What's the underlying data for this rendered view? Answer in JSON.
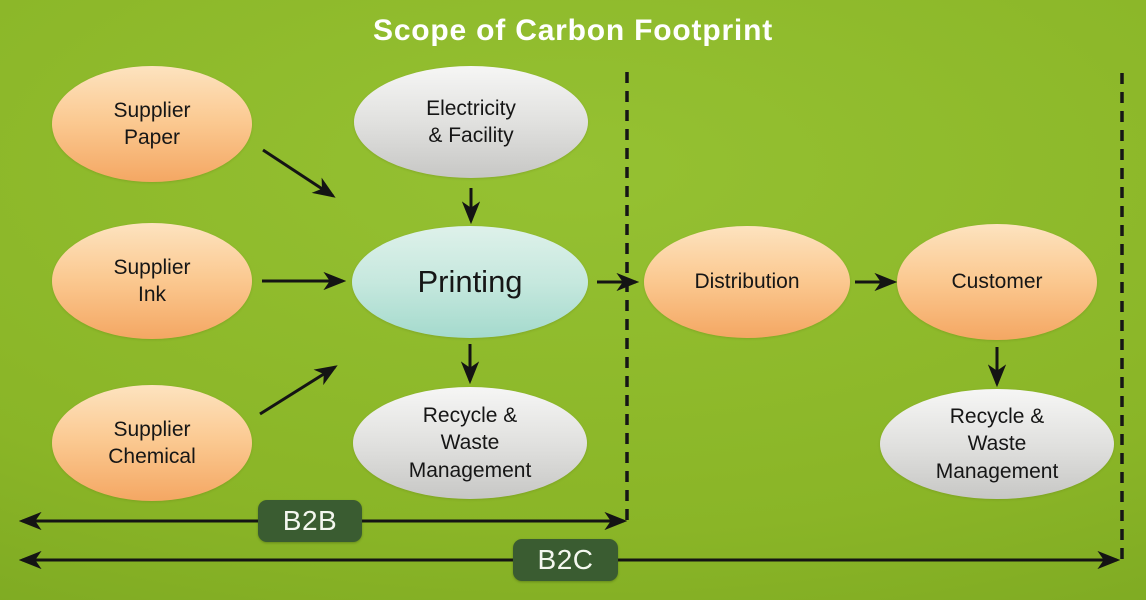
{
  "title": "Scope of Carbon Footprint",
  "nodes": {
    "supplier_paper": {
      "label": "Supplier\nPaper",
      "type": "supplier"
    },
    "supplier_ink": {
      "label": "Supplier\nInk",
      "type": "supplier"
    },
    "supplier_chemical": {
      "label": "Supplier\nChemical",
      "type": "supplier"
    },
    "electricity_facility": {
      "label": "Electricity\n& Facility",
      "type": "utility"
    },
    "printing": {
      "label": "Printing",
      "type": "process"
    },
    "recycle_waste_left": {
      "label": "Recycle &\nWaste\nManagement",
      "type": "utility"
    },
    "distribution": {
      "label": "Distribution",
      "type": "downstream"
    },
    "customer": {
      "label": "Customer",
      "type": "downstream"
    },
    "recycle_waste_right": {
      "label": "Recycle &\nWaste\nManagement",
      "type": "utility"
    }
  },
  "scopes": {
    "b2b": "B2B",
    "b2c": "B2C"
  },
  "colors": {
    "background_green": "#8ab527",
    "supplier_ellipse": "#f4a763",
    "utility_ellipse": "#d9d9d7",
    "process_ellipse": "#b5e1d6",
    "scope_label_background": "#3a5c31",
    "arrow_black": "#141414",
    "title_text": "#ffffff"
  }
}
